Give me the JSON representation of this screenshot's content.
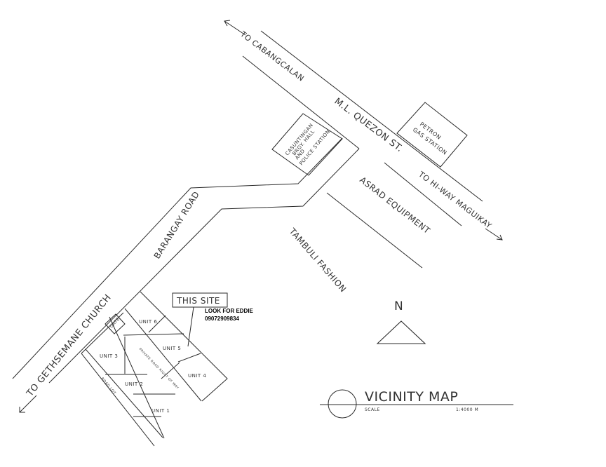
{
  "roads": {
    "to_cabangcalan": "TO CABANGCALAN",
    "ml_quezon": "M.L. QUEZON ST.",
    "to_hiway": "TO HI-WAY MAGUIKAY",
    "barangay_road": "BARANGAY ROAD",
    "to_gethsemane": "TO GETHSEMANE CHURCH",
    "private_road": "PRIVATE ROAD RIGHT OF WAY",
    "road_lot": "ROAD LOT"
  },
  "landmarks": {
    "hall_line1": "CASUNTINGAN",
    "hall_line2": "BRGY. HALL",
    "hall_line3": "AND",
    "hall_line4": "POLICE STATION",
    "petron_line1": "PETRON",
    "petron_line2": "GAS STATION",
    "asrad": "ASRAD EQUIPMENT",
    "tambuli": "TAMBULI FASHION"
  },
  "site": {
    "this_site": "THIS SITE",
    "contact_name": "LOOK FOR EDDIE",
    "contact_phone": "09072909834",
    "gate": "GATE",
    "unit1": "UNIT 1",
    "unit2": "UNIT 2",
    "unit3": "UNIT 3",
    "unit4": "UNIT 4",
    "unit5": "UNIT 5",
    "unit6": "UNIT 6"
  },
  "north_label": "N",
  "title": {
    "main": "VICINITY MAP",
    "scale_label": "SCALE",
    "scale_value": "1:4000 M"
  }
}
